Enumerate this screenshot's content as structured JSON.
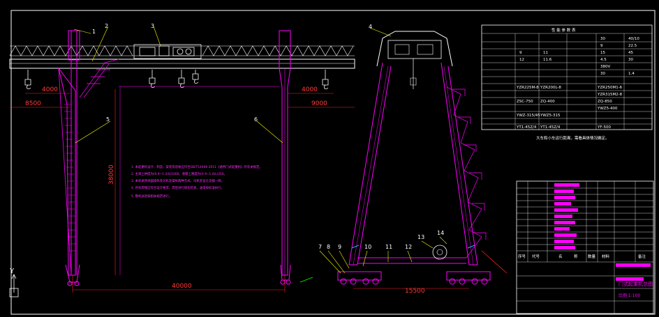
{
  "colors": {
    "background": "#000000",
    "structure": "#ff00ff",
    "dimension": "#ff2020",
    "annotation": "#ffff00",
    "leader": "#00ff00",
    "border": "#ffffff",
    "cyan": "#00c8ff"
  },
  "dimensions": {
    "left_cantilever": "4000",
    "right_cantilever": "4000",
    "left_outer": "8500",
    "right_outer": "9000",
    "span": "40000",
    "height": "38000",
    "side_base": "15500"
  },
  "tags": [
    "1",
    "2",
    "3",
    "4",
    "5",
    "6",
    "7",
    "8",
    "9",
    "10",
    "11",
    "12",
    "13",
    "14"
  ],
  "ucs_y_label": "Y",
  "spec_table": {
    "title": "性 能 参 数 表",
    "right_rows": [
      {
        "param": "30",
        "value": "40/10"
      },
      {
        "param": "9",
        "value": "22.5"
      },
      {
        "param": "15",
        "value": "45"
      },
      {
        "param": "4.5",
        "value": "30"
      },
      {
        "param": "",
        "value": "380V"
      },
      {
        "param": "30",
        "value": "1.4"
      },
      {
        "param": "",
        "value": "YZR250M1-6"
      },
      {
        "param": "",
        "value": "YZR315M2-8"
      },
      {
        "param": "",
        "value": "ZQ-850"
      },
      {
        "param": "",
        "value": "YWZ5-400"
      },
      {
        "param": "",
        "value": "YF-500"
      }
    ],
    "left_rows": [
      {
        "param": "9",
        "value": "11"
      },
      {
        "param": "12",
        "value": "11.6"
      },
      {
        "param": "YZR225M-8",
        "value": "YZR200L-8"
      },
      {
        "param": "ZSC-750",
        "value": "ZQ-400"
      },
      {
        "param": "YWZ-315/45",
        "value": "YWZ5-315"
      },
      {
        "param": "YT1-45Z/4",
        "value": "YT1-45Z/4"
      }
    ],
    "footnote": "大车和小车运行距离，需看具体情况确定。"
  },
  "notes": [
    "1. 本起重机设计、制造、安装及验收应符合GB/T14406-2011《通用门式起重机》的有关规定。",
    "2. 主梁上拱度为(0.9~1.4)S/1000，悬臂上翘度为(0.9~1.4)L/350。",
    "3. 本机采用地面操纵及司机室操纵两种方式，司机室设在支腿一侧。",
    "4. 所有焊缝应符合设计要求，焊后进行探伤检查，油漆按标准执行。",
    "5. 整机试验按相关规范进行。"
  ],
  "title_block": {
    "header_cells": [
      "序号",
      "代号",
      "名",
      "称",
      "数量",
      "材料",
      "备注"
    ],
    "name": "门式起重机总图",
    "scale": "比例 1:100"
  }
}
